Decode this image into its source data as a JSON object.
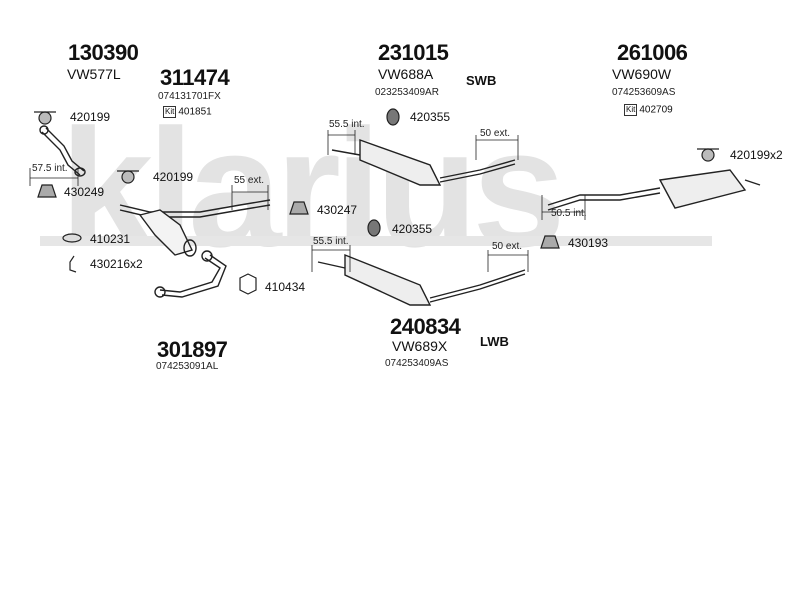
{
  "watermark": "klarius",
  "groups": {
    "front_pipe": {
      "part": "130390",
      "code": "VW577L"
    },
    "cat": {
      "part": "311474",
      "ref": "074131701FX",
      "kit_label": "Kit",
      "kit": "401851"
    },
    "swb_silencer": {
      "part": "231015",
      "code": "VW688A",
      "ref": "023253409AR",
      "tag": "SWB"
    },
    "rear_silencer": {
      "part": "261006",
      "code": "VW690W",
      "ref": "074253609AS",
      "kit_label": "Kit",
      "kit": "402709"
    },
    "lwb_silencer": {
      "part": "240834",
      "code": "VW689X",
      "ref": "074253409AS",
      "tag": "LWB"
    },
    "downpipe": {
      "part": "301897",
      "ref": "074253091AL"
    }
  },
  "fittings": {
    "f420199_top": "420199",
    "f420199_mid": "420199",
    "f430249": "430249",
    "f410231": "410231",
    "f430216": "430216x2",
    "f430247": "430247",
    "f410434": "410434",
    "f420355_top": "420355",
    "f420355_mid": "420355",
    "f430193": "430193",
    "f420199x2": "420199x2"
  },
  "dimensions": {
    "d575": "57.5 int.",
    "d55ext": "55 ext.",
    "d555_top": "55.5 int.",
    "d50ext_top": "50 ext.",
    "d505": "50.5 int.",
    "d555_mid": "55.5 int.",
    "d50ext_mid": "50 ext."
  }
}
